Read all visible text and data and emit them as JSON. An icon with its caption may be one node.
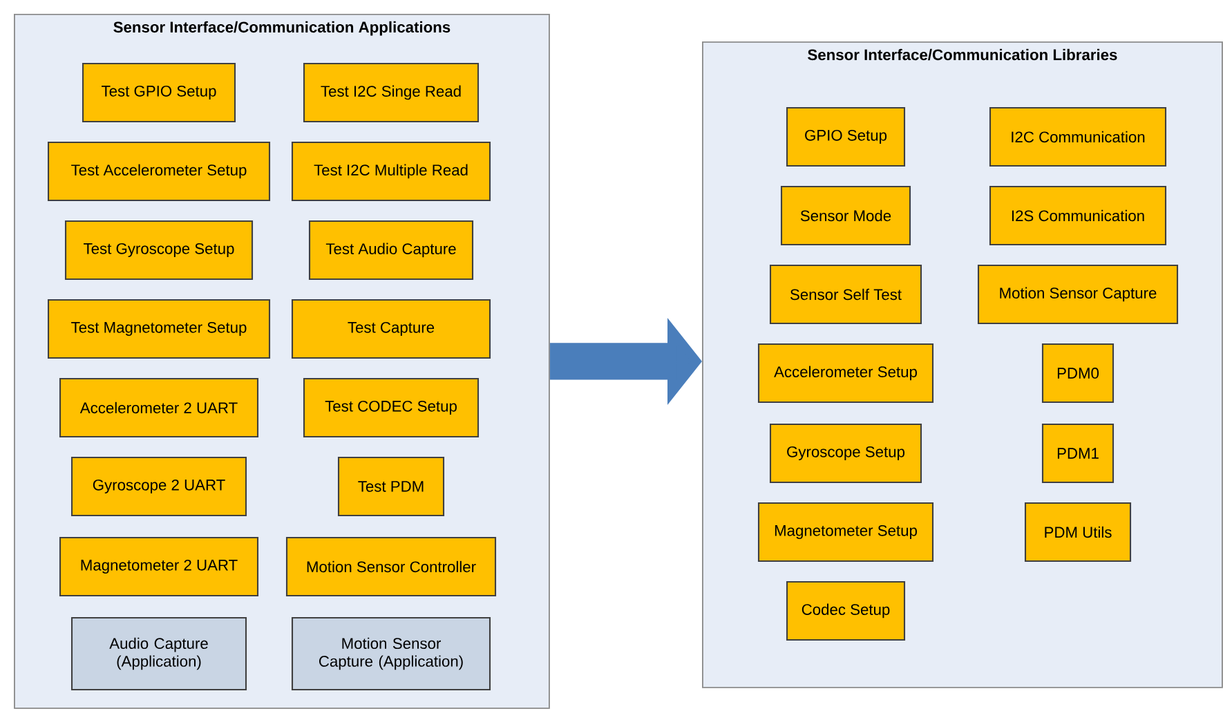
{
  "diagram": {
    "nodes": [
      {
        "text": [
          "Sensor Interface/Communication Applications"
        ]
      },
      {
        "text": [
          "Test GPIO Setup"
        ],
        "in": 0
      },
      {
        "text": [
          "Test I2C Singe Read"
        ],
        "in": 0
      },
      {
        "text": [
          "Test Accelerometer Setup"
        ],
        "in": 0
      },
      {
        "text": [
          "Test I2C Multiple Read"
        ],
        "in": 0
      },
      {
        "text": [
          "Test Gyroscope Setup"
        ],
        "in": 0
      },
      {
        "text": [
          "Test Audio Capture"
        ],
        "in": 0
      },
      {
        "text": [
          "Test Magnetometer Setup"
        ],
        "in": 0
      },
      {
        "text": [
          "Test Capture"
        ],
        "in": 0
      },
      {
        "text": [
          "Accelerometer 2 UART"
        ],
        "in": 0
      },
      {
        "text": [
          "Test CODEC Setup"
        ],
        "in": 0
      },
      {
        "text": [
          "Gyroscope 2 UART"
        ],
        "in": 0
      },
      {
        "text": [
          "Test PDM"
        ],
        "in": 0
      },
      {
        "text": [
          "Magnetometer 2 UART"
        ],
        "in": 0
      },
      {
        "text": [
          "Motion Sensor Controller"
        ],
        "in": 0
      },
      {
        "text": [
          "Audio Capture (Application)"
        ],
        "in": 0
      },
      {
        "text": [
          "Motion Sensor Capture (Application)"
        ],
        "in": 0
      },
      {
        "text": [
          "Sensor Interface/Communication Libraries"
        ]
      },
      {
        "text": [
          "GPIO Setup"
        ],
        "in": 17
      },
      {
        "text": [
          "I2C Communication"
        ],
        "in": 17
      },
      {
        "text": [
          "Sensor Mode"
        ],
        "in": 17
      },
      {
        "text": [
          "I2S Communication"
        ],
        "in": 17
      },
      {
        "text": [
          "Sensor Self Test"
        ],
        "in": 17
      },
      {
        "text": [
          "Motion Sensor Capture"
        ],
        "in": 17
      },
      {
        "text": [
          "Accelerometer Setup"
        ],
        "in": 17
      },
      {
        "text": [
          "PDM0"
        ],
        "in": 17
      },
      {
        "text": [
          "Gyroscope Setup"
        ],
        "in": 17
      },
      {
        "text": [
          "PDM1"
        ],
        "in": 17
      },
      {
        "text": [
          "Magnetometer Setup"
        ],
        "in": 17
      },
      {
        "text": [
          "PDM Utils"
        ],
        "in": 17
      },
      {
        "text": [
          "Codec Setup"
        ],
        "in": 17
      }
    ],
    "edges": [
      {
        "from": 0,
        "to": 17,
        "arrow": "to",
        "color": "#4a7ebb"
      }
    ]
  }
}
